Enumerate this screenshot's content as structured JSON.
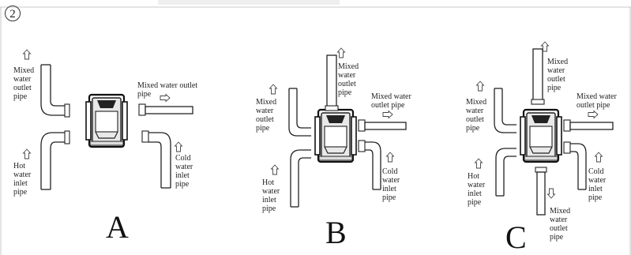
{
  "step_number": "2",
  "diagram_a": {
    "letter": "A",
    "labels": {
      "mixed_left": "Mixed\nwater\noutlet\npipe",
      "hot": "Hot\nwater\ninlet\npipe",
      "mixed_right": "Mixed water outlet\npipe",
      "cold": "Cold\nwater\ninlet\npipe"
    }
  },
  "diagram_b": {
    "letter": "B",
    "labels": {
      "mixed_top": "Mixed\nwater\noutlet\npipe",
      "mixed_left": "Mixed\nwater\noutlet\npipe",
      "mixed_right": "Mixed water\noutlet pipe",
      "hot": "Hot\nwater\ninlet\npipe",
      "cold": "Cold\nwater\ninlet\npipe"
    }
  },
  "diagram_c": {
    "letter": "C",
    "labels": {
      "mixed_top": "Mixed\nwater\noutlet\npipe",
      "mixed_left": "Mixed\nwater\noutlet\npipe",
      "mixed_right": "Mixed water\noutlet pipe",
      "hot": "Hot\nwater\ninlet\npipe",
      "cold": "Cold\nwater\ninlet\npipe",
      "mixed_bottom": "Mixed\nwater\noutlet\npipe"
    }
  }
}
